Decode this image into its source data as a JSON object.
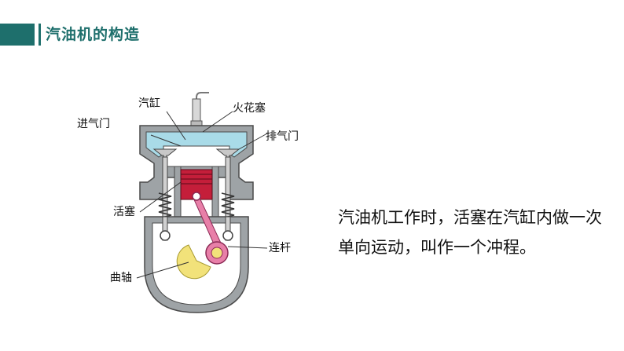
{
  "slide": {
    "title": "汽油机的构造",
    "accent_color": "#1e6f6c"
  },
  "diagram": {
    "labels": {
      "cylinder": "汽缸",
      "spark_plug": "火花塞",
      "intake_valve": "进气门",
      "exhaust_valve": "排气门",
      "piston": "活塞",
      "connecting_rod": "连杆",
      "crankshaft": "曲轴"
    },
    "colors": {
      "casing": "#9ea3a6",
      "cooling_water": "#a9dbe8",
      "piston": "#c41e3a",
      "connecting_rod": "#e87fa8",
      "crank": "#f2e27a"
    }
  },
  "description": "汽油机工作时，活塞在汽缸内做一次单向运动，叫作一个冲程。"
}
